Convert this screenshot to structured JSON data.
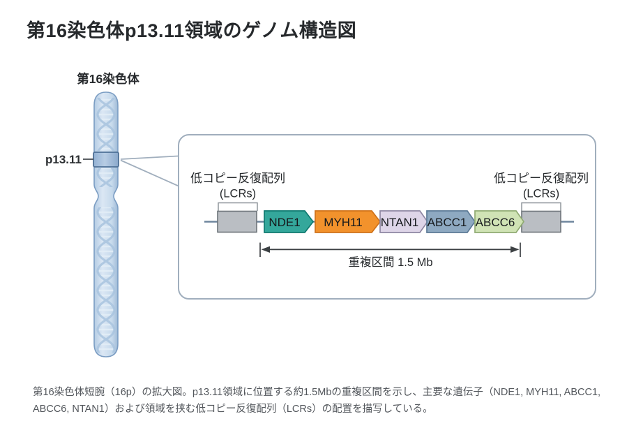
{
  "title": "第16染色体p13.11領域のゲノム構造図",
  "chromosome": {
    "label": "第16染色体",
    "band_label": "p13.11",
    "body_color": "#c9dbec",
    "outline_color": "#7b9dc3",
    "band_color": "#a3bdda",
    "band_outline_color": "#4e7096"
  },
  "callout": {
    "border_color": "#a0aebd",
    "baseline_color": "#6f869d",
    "lcr_left": {
      "line1": "低コピー反復配列",
      "line2": "(LCRs)"
    },
    "lcr_right": {
      "line1": "低コピー反復配列",
      "line2": "(LCRs)"
    },
    "lcr_box_color": "#babec3",
    "lcr_box_outline_color": "#6e747a",
    "genes": [
      {
        "label": "NDE1",
        "color": "#34a79b",
        "stroke": "#0f7a70"
      },
      {
        "label": "MYH11",
        "color": "#f2922c",
        "stroke": "#cf721a"
      },
      {
        "label": "NTAN1",
        "color": "#ded5e8",
        "stroke": "#8e86a2"
      },
      {
        "label": "ABCC1",
        "color": "#8ea9c1",
        "stroke": "#5c7a96"
      },
      {
        "label": "ABCC6",
        "color": "#d0e3b5",
        "stroke": "#90ab73"
      }
    ],
    "measure_label": "重複区間 1.5 Mb",
    "measure_color": "#3c4043"
  },
  "caption": {
    "lines": [
      "第16染色体短腕（16p）の拡大図。p13.11領域に位置する約1.5Mbの重複区間を示し、主要な遺伝子（NDE1, MYH11, ABCC1,",
      "ABCC6, NTAN1）および領域を挟む低コピー反復配列（LCRs）の配置を描写している。"
    ]
  }
}
